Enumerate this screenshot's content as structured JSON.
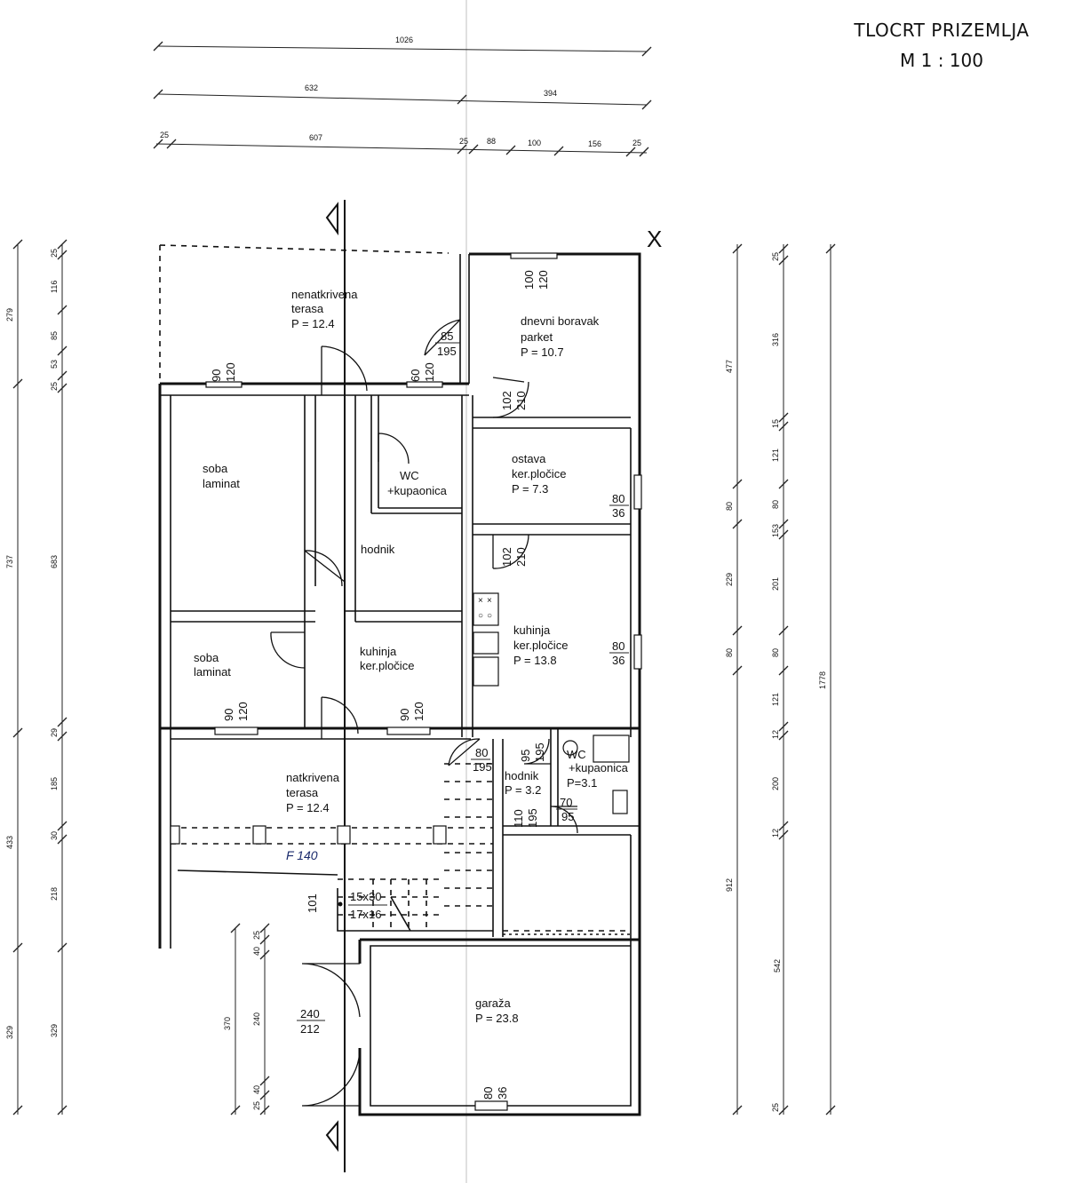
{
  "title": {
    "line1": "TLOCRT PRIZEMLJA",
    "line2": "M 1 : 100"
  },
  "top_dims": {
    "row1": [
      "1026"
    ],
    "row2": [
      "632",
      "394"
    ],
    "row3": [
      "25",
      "607",
      "25",
      "88",
      "100",
      "156",
      "25"
    ]
  },
  "left_dims": {
    "outer": [
      "279",
      "737",
      "433",
      "329"
    ],
    "inner": [
      "25",
      "116",
      "85",
      "53",
      "25",
      "683",
      "29",
      "185",
      "30",
      "218",
      "329"
    ],
    "garage": [
      "25",
      "40",
      "370",
      "240",
      "40",
      "25"
    ]
  },
  "right_dims": {
    "outer": [
      "477",
      "80",
      "229",
      "80",
      "912",
      "542"
    ],
    "mid": [
      "25",
      "316",
      "15",
      "121",
      "80",
      "153",
      "201",
      "80",
      "121",
      "12",
      "200",
      "12",
      "25"
    ],
    "total": [
      "1778"
    ]
  },
  "rooms": [
    {
      "name": "nenatkrivena",
      "name2": "terasa",
      "area": "P = 12.4"
    },
    {
      "name": "dnevni boravak",
      "name2": "parket",
      "area": "P = 10.7"
    },
    {
      "name": "soba",
      "name2": "laminat"
    },
    {
      "name": "WC",
      "name2": "+kupaonica"
    },
    {
      "name": "ostava",
      "name2": "ker.pločice",
      "area": "P = 7.3"
    },
    {
      "name": "hodnik"
    },
    {
      "name": "kuhinja",
      "name2": "ker.pločice",
      "area": "P = 13.8"
    },
    {
      "name": "soba",
      "name2": "laminat"
    },
    {
      "name": "kuhinja",
      "name2": "ker.pločice"
    },
    {
      "name": "natkrivena",
      "name2": "terasa",
      "area": "P = 12.4"
    },
    {
      "name": "hodnik",
      "area": "P = 3.2"
    },
    {
      "name": "WC",
      "name2": "+kupaonica",
      "area": "P=3.1"
    },
    {
      "name": "garaža",
      "area": "P = 23.8"
    }
  ],
  "openings": {
    "door_85_195": [
      "85",
      "195"
    ],
    "win_90_120_a": [
      "90",
      "120"
    ],
    "win_60_120": [
      "60",
      "120"
    ],
    "win_100_120": [
      "100",
      "120"
    ],
    "door_102_210_a": [
      "102",
      "210"
    ],
    "door_102_210_b": [
      "102",
      "210"
    ],
    "win_80_36_a": [
      "80",
      "36"
    ],
    "win_80_36_b": [
      "80",
      "36"
    ],
    "win_90_120_b": [
      "90",
      "120"
    ],
    "win_90_120_c": [
      "90",
      "120"
    ],
    "door_80_195": [
      "80",
      "195"
    ],
    "door_95_195": [
      "95",
      "195"
    ],
    "door_110_195": [
      "110",
      "195"
    ],
    "door_70_95": [
      "70",
      "95"
    ],
    "gate_240_212": [
      "240",
      "212"
    ],
    "win_80_36_c": [
      "80",
      "36"
    ],
    "stairs": [
      "15x30",
      "17x16"
    ],
    "stair_dim": "101"
  },
  "handwritten": "F 140"
}
